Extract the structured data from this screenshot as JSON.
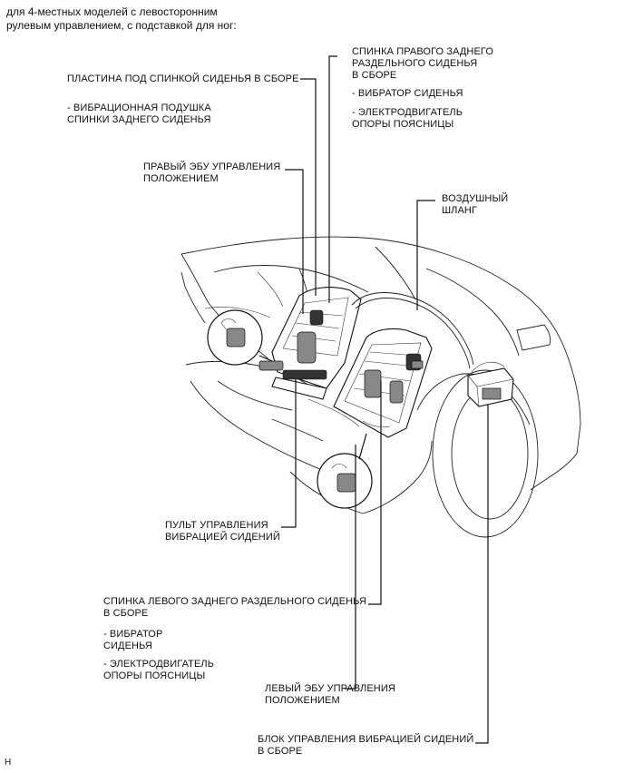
{
  "header": "для 4-местных моделей с левосторонним\nрулевым управлением, с подставкой для ног:",
  "labels": {
    "seatback_plate": "ПЛАСТИНА ПОД СПИНКОЙ СИДЕНЬЯ В СБОРЕ",
    "vibration_cushion": "- ВИБРАЦИОННАЯ ПОДУШКА\nСПИНКИ ЗАДНЕГО СИДЕНЬЯ",
    "right_ecu": "ПРАВЫЙ ЭБУ УПРАВЛЕНИЯ\nПОЛОЖЕНИЕМ",
    "right_seatback": "СПИНКА ПРАВОГО ЗАДНЕГО\nРАЗДЕЛЬНОГО СИДЕНЬЯ\nВ СБОРЕ",
    "right_vibrator": "- ВИБРАТОР СИДЕНЬЯ",
    "right_lumbar": "- ЭЛЕКТРОДВИГАТЕЛЬ\nОПОРЫ ПОЯСНИЦЫ",
    "air_hose": "ВОЗДУШНЫЙ\nШЛАНГ",
    "vibration_panel": "ПУЛЬТ УПРАВЛЕНИЯ\nВИБРАЦИЕЙ СИДЕНИЙ",
    "left_seatback": "СПИНКА ЛЕВОГО ЗАДНЕГО РАЗДЕЛЬНОГО СИДЕНЬЯ\nВ СБОРЕ",
    "left_vibrator": "- ВИБРАТОР\nСИДЕНЬЯ",
    "left_lumbar": "- ЭЛЕКТРОДВИГАТЕЛЬ\nОПОРЫ ПОЯСНИЦЫ",
    "left_ecu": "ЛЕВЫЙ ЭБУ УПРАВЛЕНИЯ\nПОЛОЖЕНИЕМ",
    "vibration_control_block": "БЛОК УПРАВЛЕНИЯ ВИБРАЦИЕЙ СИДЕНИЙ\nВ СБОРЕ"
  },
  "figure_code": "H"
}
